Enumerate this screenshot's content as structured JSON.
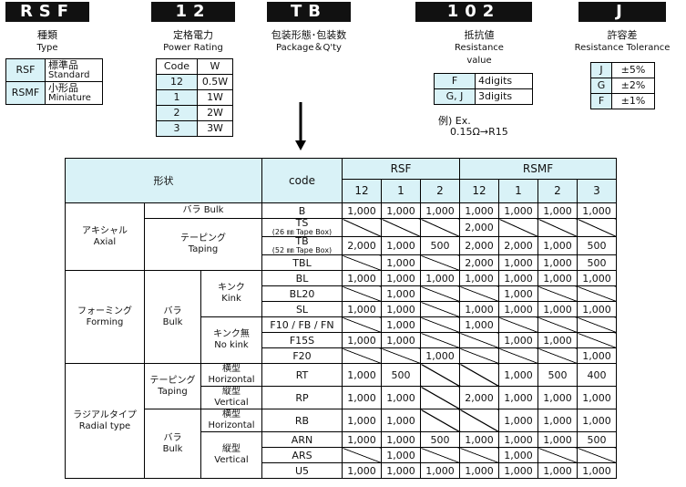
{
  "codes": [
    {
      "label": "RSF",
      "ja": "種類",
      "en": "Type"
    },
    {
      "label": "12",
      "ja": "定格電力",
      "en": "Power Rating"
    },
    {
      "label": "TB",
      "ja": "包装形態･包装数",
      "en": "Package＆Q'ty"
    },
    {
      "label": "102",
      "ja": "抵抗値",
      "en": "Resistance",
      "en2": "value"
    },
    {
      "label": "J",
      "ja": "許容差",
      "en": "Resistance Tolerance"
    }
  ],
  "type_table": [
    {
      "code": "RSF",
      "ja": "標準品",
      "en": "Standard"
    },
    {
      "code": "RSMF",
      "ja": "小形品",
      "en": "Miniature"
    }
  ],
  "power_table": {
    "headers": [
      "Code",
      "W"
    ],
    "rows": [
      [
        "12",
        "0.5W"
      ],
      [
        "1",
        "1W"
      ],
      [
        "2",
        "2W"
      ],
      [
        "3",
        "3W"
      ]
    ]
  },
  "resistance_table": [
    [
      "F",
      "4digits"
    ],
    [
      "G, J",
      "3digits"
    ]
  ],
  "example": {
    "label": "例) Ex.",
    "value": "0.15Ω→R15"
  },
  "tolerance_table": [
    [
      "J",
      "±5%"
    ],
    [
      "G",
      "±2%"
    ],
    [
      "F",
      "±1%"
    ]
  ],
  "main": {
    "shape_header": "形状",
    "code_header": "code",
    "rsf": "RSF",
    "rsmf": "RSMF",
    "rsf_cols": [
      "12",
      "1",
      "2"
    ],
    "rsmf_cols": [
      "12",
      "1",
      "2",
      "3"
    ],
    "groups": {
      "axial": {
        "ja": "アキシャル",
        "en": "Axial"
      },
      "forming": {
        "ja": "フォーミング",
        "en": "Forming"
      },
      "radial": {
        "ja": "ラジアルタイプ",
        "en": "Radial type"
      },
      "bulk_inline": "バラ Bulk",
      "taping": {
        "ja": "テーピング",
        "en": "Taping"
      },
      "bulk": {
        "ja": "バラ",
        "en": "Bulk"
      },
      "kink": {
        "ja": "キンク",
        "en": "Kink"
      },
      "nokink": {
        "ja": "キンク無",
        "en": "No kink"
      },
      "horizontal": {
        "ja": "横型",
        "en": "Horizontal"
      },
      "vertical": {
        "ja": "縦型",
        "en": "Vertical"
      }
    },
    "rows": [
      {
        "code": "B",
        "v": [
          "1,000",
          "1,000",
          "1,000",
          "1,000",
          "1,000",
          "1,000",
          "1,000"
        ]
      },
      {
        "code": "TS",
        "sub": "(26 ㎜ Tape Box)",
        "v": [
          null,
          null,
          null,
          "2,000",
          null,
          null,
          null
        ]
      },
      {
        "code": "TB",
        "sub": "(52 ㎜ Tape Box)",
        "v": [
          "2,000",
          "1,000",
          "500",
          "2,000",
          "2,000",
          "1,000",
          "500"
        ]
      },
      {
        "code": "TBL",
        "v": [
          null,
          "1,000",
          null,
          "2,000",
          "1,000",
          "1,000",
          "500"
        ]
      },
      {
        "code": "BL",
        "v": [
          "1,000",
          "1,000",
          "1,000",
          "1,000",
          "1,000",
          "1,000",
          "1,000"
        ]
      },
      {
        "code": "BL20",
        "v": [
          null,
          "1,000",
          null,
          null,
          "1,000",
          null,
          null
        ]
      },
      {
        "code": "SL",
        "v": [
          "1,000",
          "1,000",
          null,
          "1,000",
          "1,000",
          "1,000",
          "1,000"
        ]
      },
      {
        "code": "F10 / FB / FN",
        "v": [
          null,
          "1,000",
          null,
          "1,000",
          null,
          null,
          null
        ]
      },
      {
        "code": "F15S",
        "v": [
          "1,000",
          "1,000",
          null,
          null,
          "1,000",
          "1,000",
          null
        ]
      },
      {
        "code": "F20",
        "v": [
          null,
          null,
          "1,000",
          null,
          null,
          null,
          "1,000"
        ]
      },
      {
        "code": "RT",
        "v": [
          "1,000",
          "500",
          null,
          null,
          "1,000",
          "500",
          "400"
        ]
      },
      {
        "code": "RP",
        "v": [
          "1,000",
          "1,000",
          null,
          "2,000",
          "1,000",
          "1,000",
          "1,000"
        ]
      },
      {
        "code": "RB",
        "v": [
          "1,000",
          "1,000",
          null,
          null,
          "1,000",
          "1,000",
          "1,000"
        ]
      },
      {
        "code": "ARN",
        "v": [
          "1,000",
          "1,000",
          "500",
          "1,000",
          "1,000",
          "1,000",
          "500"
        ]
      },
      {
        "code": "ARS",
        "v": [
          null,
          "1,000",
          null,
          null,
          "1,000",
          null,
          null
        ]
      },
      {
        "code": "U5",
        "v": [
          "1,000",
          "1,000",
          "1,000",
          "1,000",
          "1,000",
          "1,000",
          "1,000"
        ]
      }
    ]
  }
}
